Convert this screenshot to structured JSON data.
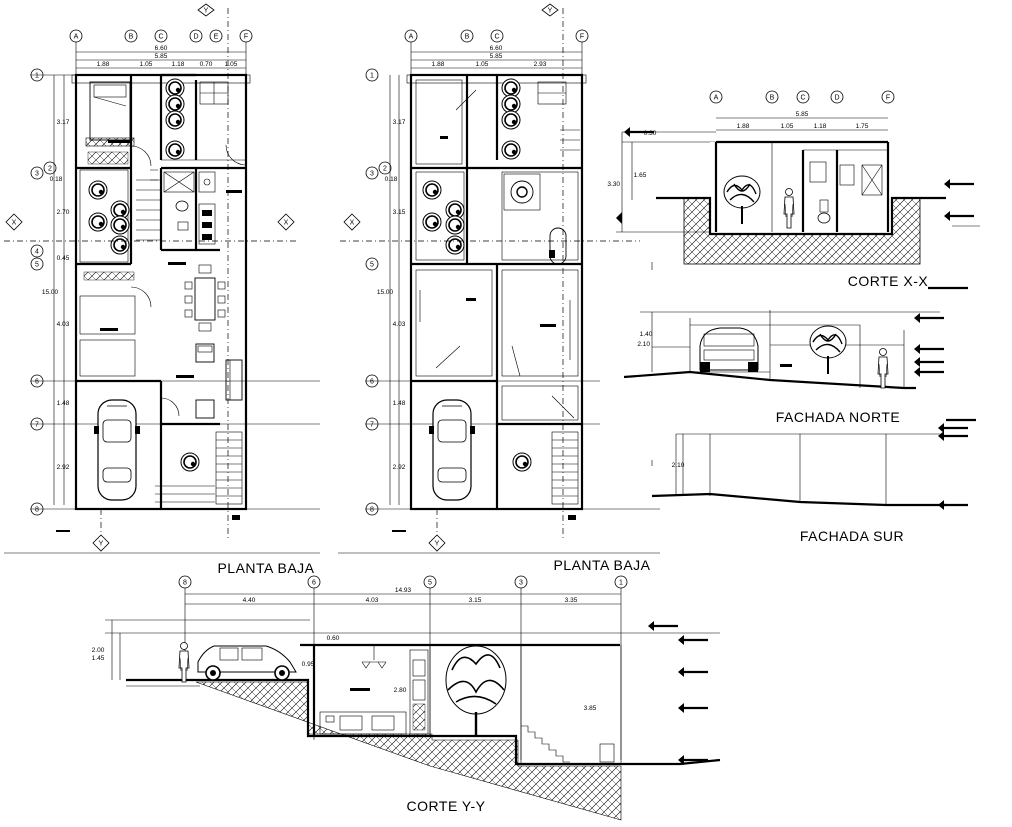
{
  "titles": {
    "planta_1": "PLANTA BAJA",
    "planta_2": "PLANTA BAJA",
    "corte_xx": "CORTE X-X",
    "fachada_norte": "FACHADA NORTE",
    "fachada_sur": "FACHADA SUR",
    "corte_yy": "CORTE Y-Y"
  },
  "grid_letters": [
    "A",
    "B",
    "C",
    "D",
    "E",
    "F"
  ],
  "section_markers": {
    "x": "X",
    "y": "Y"
  },
  "plan1": {
    "total_width": "6.60",
    "sub_width": "5.85",
    "widths": [
      "1.88",
      "1.05",
      "1.18",
      "0.70",
      "1.05"
    ],
    "rows": [
      "1",
      "2",
      "3",
      "4",
      "5",
      "6",
      "7",
      "8"
    ],
    "heights": [
      "3.17",
      "0.18",
      "2.70",
      "0.45",
      "4.03",
      "1.48",
      "2.92"
    ],
    "total_height": "15.00"
  },
  "plan2": {
    "total_width": "6.60",
    "sub_width": "5.85",
    "widths": [
      "1.88",
      "1.05",
      "2.93"
    ],
    "rows": [
      "1",
      "2",
      "3",
      "5",
      "6",
      "7",
      "8"
    ],
    "heights": [
      "3.17",
      "0.18",
      "3.15",
      "4.03",
      "1.48",
      "2.92"
    ],
    "total_height": "15.00"
  },
  "corte_xx": {
    "letters": [
      "A",
      "B",
      "C",
      "D",
      "F"
    ],
    "total": "5.85",
    "widths": [
      "1.88",
      "1.05",
      "1.18",
      "1.75"
    ],
    "heights": [
      "0.30",
      "1.65",
      "3.30"
    ]
  },
  "fachada_norte": {
    "heights": [
      "1.40",
      "2.10"
    ]
  },
  "fachada_sur": {
    "heights": [
      "2.10"
    ]
  },
  "corte_yy": {
    "axes": [
      "8",
      "6",
      "5",
      "3",
      "1"
    ],
    "total": "14.93",
    "spans": [
      "4.40",
      "4.03",
      "3.15",
      "3.35"
    ],
    "heights": [
      "2.00",
      "1.45",
      "0.60",
      "0.95",
      "2.80",
      "3.85"
    ]
  }
}
